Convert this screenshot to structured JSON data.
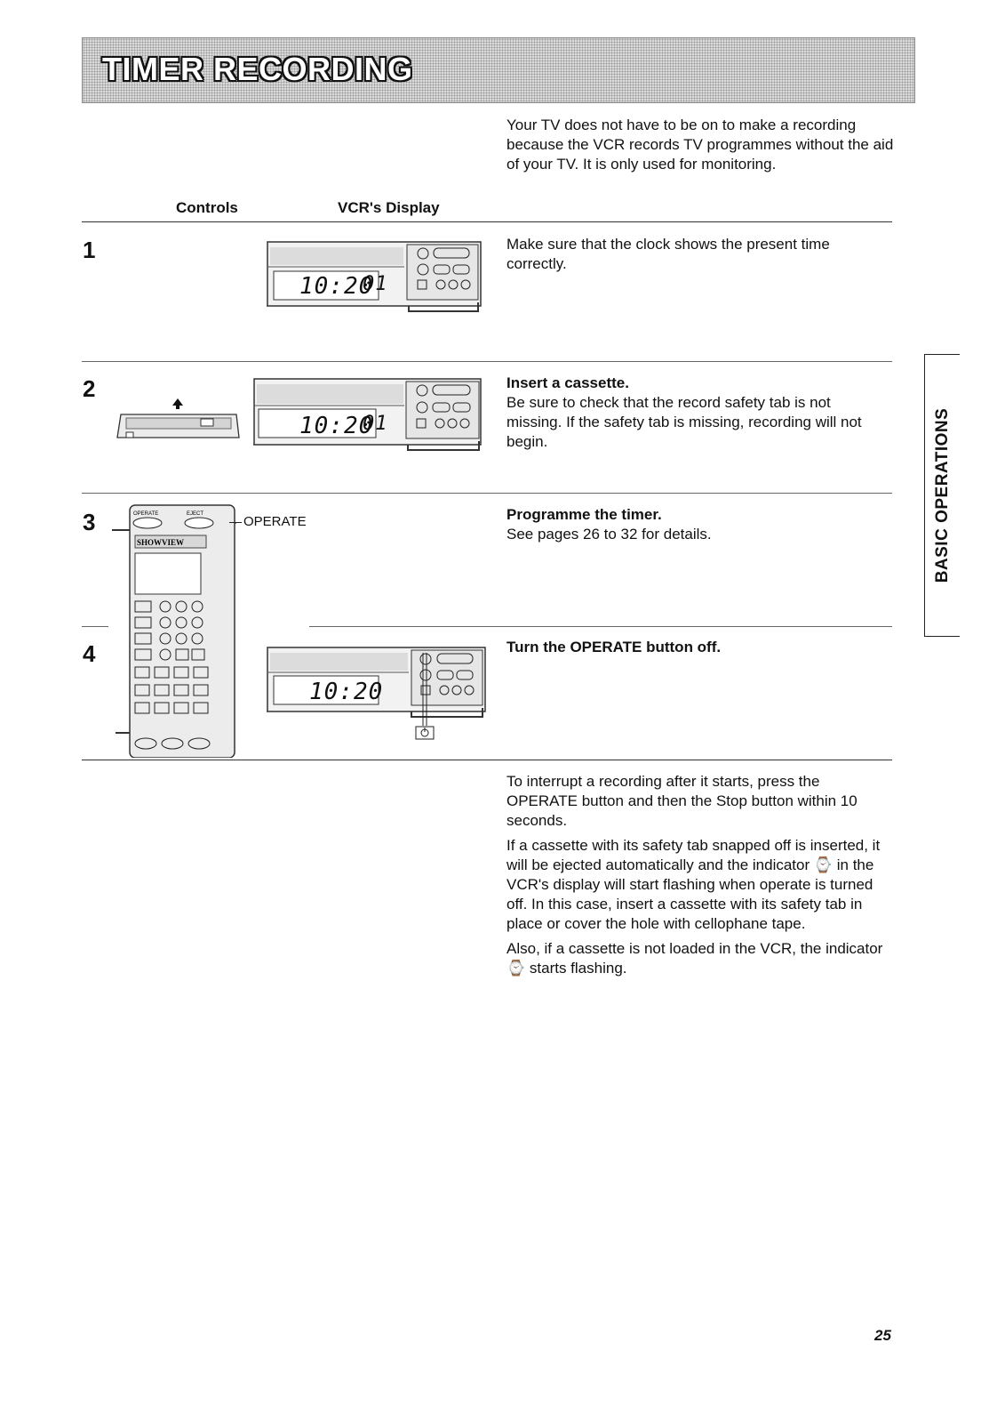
{
  "title": "TIMER RECORDING",
  "intro": "Your TV does not have to be on to make a recording because the VCR records TV programmes without the aid of your TV.  It is only used for monitoring.",
  "columns": {
    "controls": "Controls",
    "display": "VCR's Display"
  },
  "steps": [
    {
      "num": "1",
      "lcd": "10:20",
      "ch": "01",
      "text": "Make sure that the clock shows the present time correctly."
    },
    {
      "num": "2",
      "lcd": "10:20",
      "ch": "01",
      "heading": "Insert a cassette.",
      "text": "Be sure to check that the record safety tab is not missing.  If the safety tab is missing, recording will not begin."
    },
    {
      "num": "3",
      "callout": "OPERATE",
      "remote_labels": [
        "OPERATE",
        "EJECT",
        "SHOWVIEW"
      ],
      "heading": "Programme the timer.",
      "text": "See pages 26 to 32 for details."
    },
    {
      "num": "4",
      "lcd": "10:20",
      "heading": "Turn the OPERATE button off."
    }
  ],
  "notes": [
    "To interrupt a recording after it starts, press the OPERATE button and then the Stop button within 10 seconds.",
    "If a cassette with its safety tab snapped off is inserted, it will be ejected automatically and the indicator ⌚ in the VCR's display will start flashing when operate is turned off.  In this case, insert a cassette with its safety tab in place or cover the hole with cellophane tape.",
    "Also, if a cassette is not loaded in the VCR, the indicator ⌚ starts flashing."
  ],
  "side_tab": "BASIC OPERATIONS",
  "page_number": "25"
}
